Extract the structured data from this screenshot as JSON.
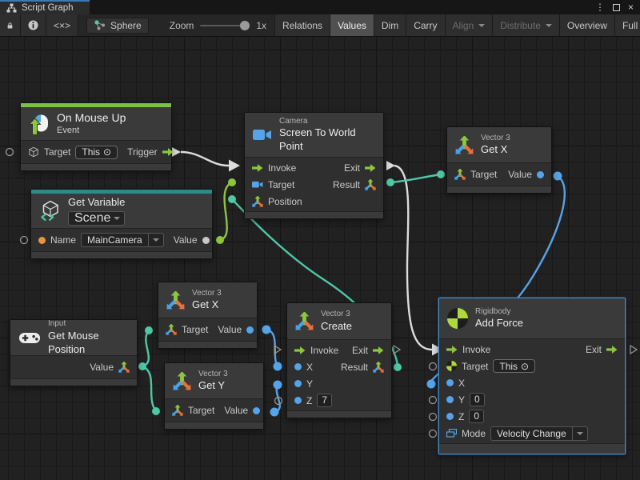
{
  "window": {
    "tab_title": "Script Graph",
    "menu_glyph": "⋮",
    "close_glyph": "×"
  },
  "toolbar": {
    "code_glyph": "<×>",
    "graph_target": "Sphere",
    "zoom_label": "Zoom",
    "zoom_value": "1x",
    "buttons": [
      {
        "label": "Relations",
        "state": "normal"
      },
      {
        "label": "Values",
        "state": "active"
      },
      {
        "label": "Dim",
        "state": "normal"
      },
      {
        "label": "Carry",
        "state": "normal"
      },
      {
        "label": "Align",
        "state": "disabled",
        "caret": true
      },
      {
        "label": "Distribute",
        "state": "disabled",
        "caret": true
      },
      {
        "label": "Overview",
        "state": "normal"
      },
      {
        "label": "Full Screen",
        "state": "normal"
      }
    ]
  },
  "glyphs": {
    "target_dot": "⊙"
  },
  "colors": {
    "flow_wire": "#dcdcdc",
    "vector3": "#4fc8a5",
    "float": "#55a3e8",
    "object": "#8cc63f",
    "event_strip": "#7cc142",
    "variable_strip": "#2a8b8b",
    "selection": "#3e86c8"
  },
  "nodes": {
    "on_mouse_up": {
      "title": "On Mouse Up",
      "subtitle": "Event",
      "target_label": "Target",
      "target_value": "This",
      "trigger_label": "Trigger"
    },
    "get_variable": {
      "title": "Get Variable",
      "scope_value": "Scene",
      "name_label": "Name",
      "name_value": "MainCamera",
      "value_label": "Value"
    },
    "screen_to_world": {
      "kicker": "Camera",
      "title": "Screen To World Point",
      "invoke_label": "Invoke",
      "exit_label": "Exit",
      "target_label": "Target",
      "result_label": "Result",
      "position_label": "Position"
    },
    "get_x_top": {
      "kicker": "Vector 3",
      "title": "Get X",
      "target_label": "Target",
      "value_label": "Value"
    },
    "get_mouse_position": {
      "kicker": "Input",
      "title": "Get Mouse Position",
      "value_label": "Value"
    },
    "get_x_mid": {
      "kicker": "Vector 3",
      "title": "Get X",
      "target_label": "Target",
      "value_label": "Value"
    },
    "get_y": {
      "kicker": "Vector 3",
      "title": "Get Y",
      "target_label": "Target",
      "value_label": "Value"
    },
    "vector3_create": {
      "kicker": "Vector 3",
      "title": "Create",
      "invoke_label": "Invoke",
      "exit_label": "Exit",
      "x_label": "X",
      "y_label": "Y",
      "z_label": "Z",
      "z_value": "7",
      "result_label": "Result"
    },
    "add_force": {
      "kicker": "Rigidbody",
      "title": "Add Force",
      "invoke_label": "Invoke",
      "exit_label": "Exit",
      "target_label": "Target",
      "target_value": "This",
      "x_label": "X",
      "y_label": "Y",
      "y_value": "0",
      "z_label": "Z",
      "z_value": "0",
      "mode_label": "Mode",
      "mode_value": "Velocity Change",
      "selected": true
    }
  },
  "connections": [
    {
      "from": "on_mouse_up.trigger",
      "to": "screen_to_world.invoke",
      "type": "flow"
    },
    {
      "from": "get_variable.value",
      "to": "screen_to_world.target",
      "type": "object"
    },
    {
      "from": "vector3_create.result",
      "to": "screen_to_world.position",
      "type": "vector3"
    },
    {
      "from": "screen_to_world.exit",
      "to": "add_force.invoke",
      "type": "flow"
    },
    {
      "from": "screen_to_world.result",
      "to": "get_x_top.target",
      "type": "vector3"
    },
    {
      "from": "get_x_top.value",
      "to": "add_force.x",
      "type": "float"
    },
    {
      "from": "get_mouse_position.value",
      "to": "get_x_mid.target",
      "type": "vector3"
    },
    {
      "from": "get_mouse_position.value",
      "to": "get_y.target",
      "type": "vector3"
    },
    {
      "from": "get_x_mid.value",
      "to": "vector3_create.x",
      "type": "float"
    },
    {
      "from": "get_y.value",
      "to": "vector3_create.y",
      "type": "float"
    }
  ]
}
